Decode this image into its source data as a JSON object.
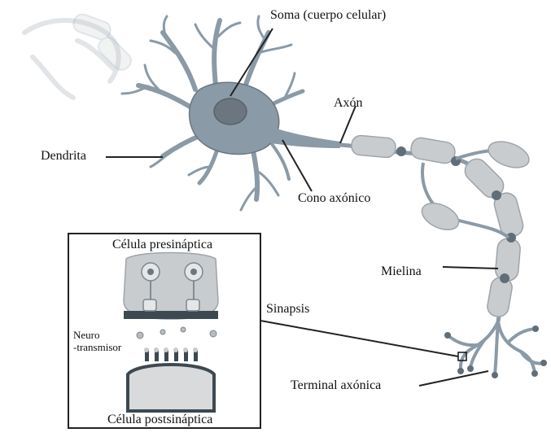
{
  "labels": {
    "soma": "Soma (cuerpo celular)",
    "axon": "Axón",
    "dendrite": "Dendrita",
    "axon_hillock": "Cono axónico",
    "myelin": "Mielina",
    "synapse": "Sinapsis",
    "axon_terminal": "Terminal axónica"
  },
  "inset": {
    "presynaptic": "Célula presináptica",
    "postsynaptic": "Célula postsináptica",
    "neurotransmitter_line1": "Neuro",
    "neurotransmitter_line2": "-transmisor"
  },
  "colors": {
    "cell_body": "#8a9aa6",
    "nucleus": "#6b7681",
    "myelin": "#c9ccce",
    "node": "#5f6e78",
    "leader_line": "#222222",
    "synapse_fill": "#b7bcc0"
  }
}
